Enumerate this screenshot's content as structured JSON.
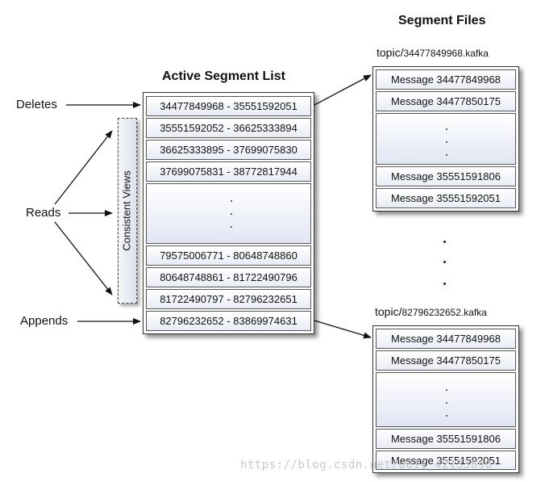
{
  "titles": {
    "segment_files": "Segment Files",
    "active_segment_list": "Active Segment List"
  },
  "labels": {
    "deletes": "Deletes",
    "reads": "Reads",
    "appends": "Appends",
    "consistent_views": "Consistent Views"
  },
  "segment_list": {
    "top_rows": [
      "34477849968 - 35551592051",
      "35551592052 - 36625333894",
      "36625333895 - 37699075830",
      "37699075831 - 38772817944"
    ],
    "bottom_rows": [
      "79575006771 - 80648748860",
      "80648748861 - 81722490796",
      "81722490797 - 82796232651",
      "82796232652 - 83869974631"
    ]
  },
  "files": [
    {
      "prefix": "topic/",
      "name": "34477849968.kafka",
      "top_messages": [
        "Message 34477849968",
        "Message 34477850175"
      ],
      "bottom_messages": [
        "Message 35551591806",
        "Message 35551592051"
      ]
    },
    {
      "prefix": "topic/",
      "name": "82796232652.kafka",
      "top_messages": [
        "Message 34477849968",
        "Message 34477850175"
      ],
      "bottom_messages": [
        "Message 35551591806",
        "Message 35551592051"
      ]
    }
  ],
  "watermark": "https://blog.csdn.net/u011_42133890"
}
